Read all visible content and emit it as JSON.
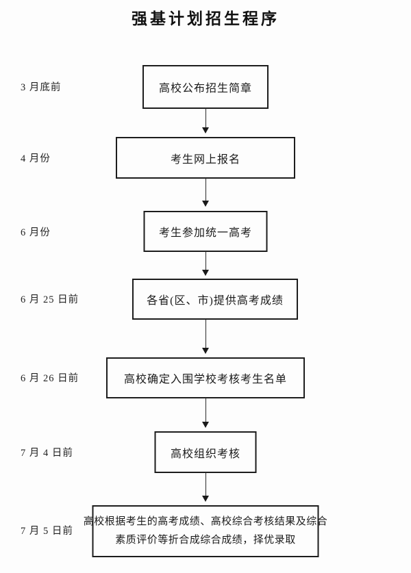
{
  "page": {
    "title": "强基计划招生程序"
  },
  "flowchart": {
    "steps": [
      {
        "time": "3 月底前",
        "lines": [
          "高校公布招生简章"
        ]
      },
      {
        "time": "4 月份",
        "lines": [
          "考生网上报名"
        ]
      },
      {
        "time": "6 月份",
        "lines": [
          "考生参加统一高考"
        ]
      },
      {
        "time": "6 月 25 日前",
        "lines": [
          "各省(区、市)提供高考成绩"
        ]
      },
      {
        "time": "6 月 26 日前",
        "lines": [
          "高校确定入围学校考核考生名单"
        ]
      },
      {
        "time": "7 月 4 日前",
        "lines": [
          "高校组织考核"
        ]
      },
      {
        "time": "7 月 5 日前",
        "lines": [
          "高校根据考生的高考成绩、高校综合考核结果及综合",
          "素质评价等折合成综合成绩，择优录取"
        ]
      }
    ]
  }
}
